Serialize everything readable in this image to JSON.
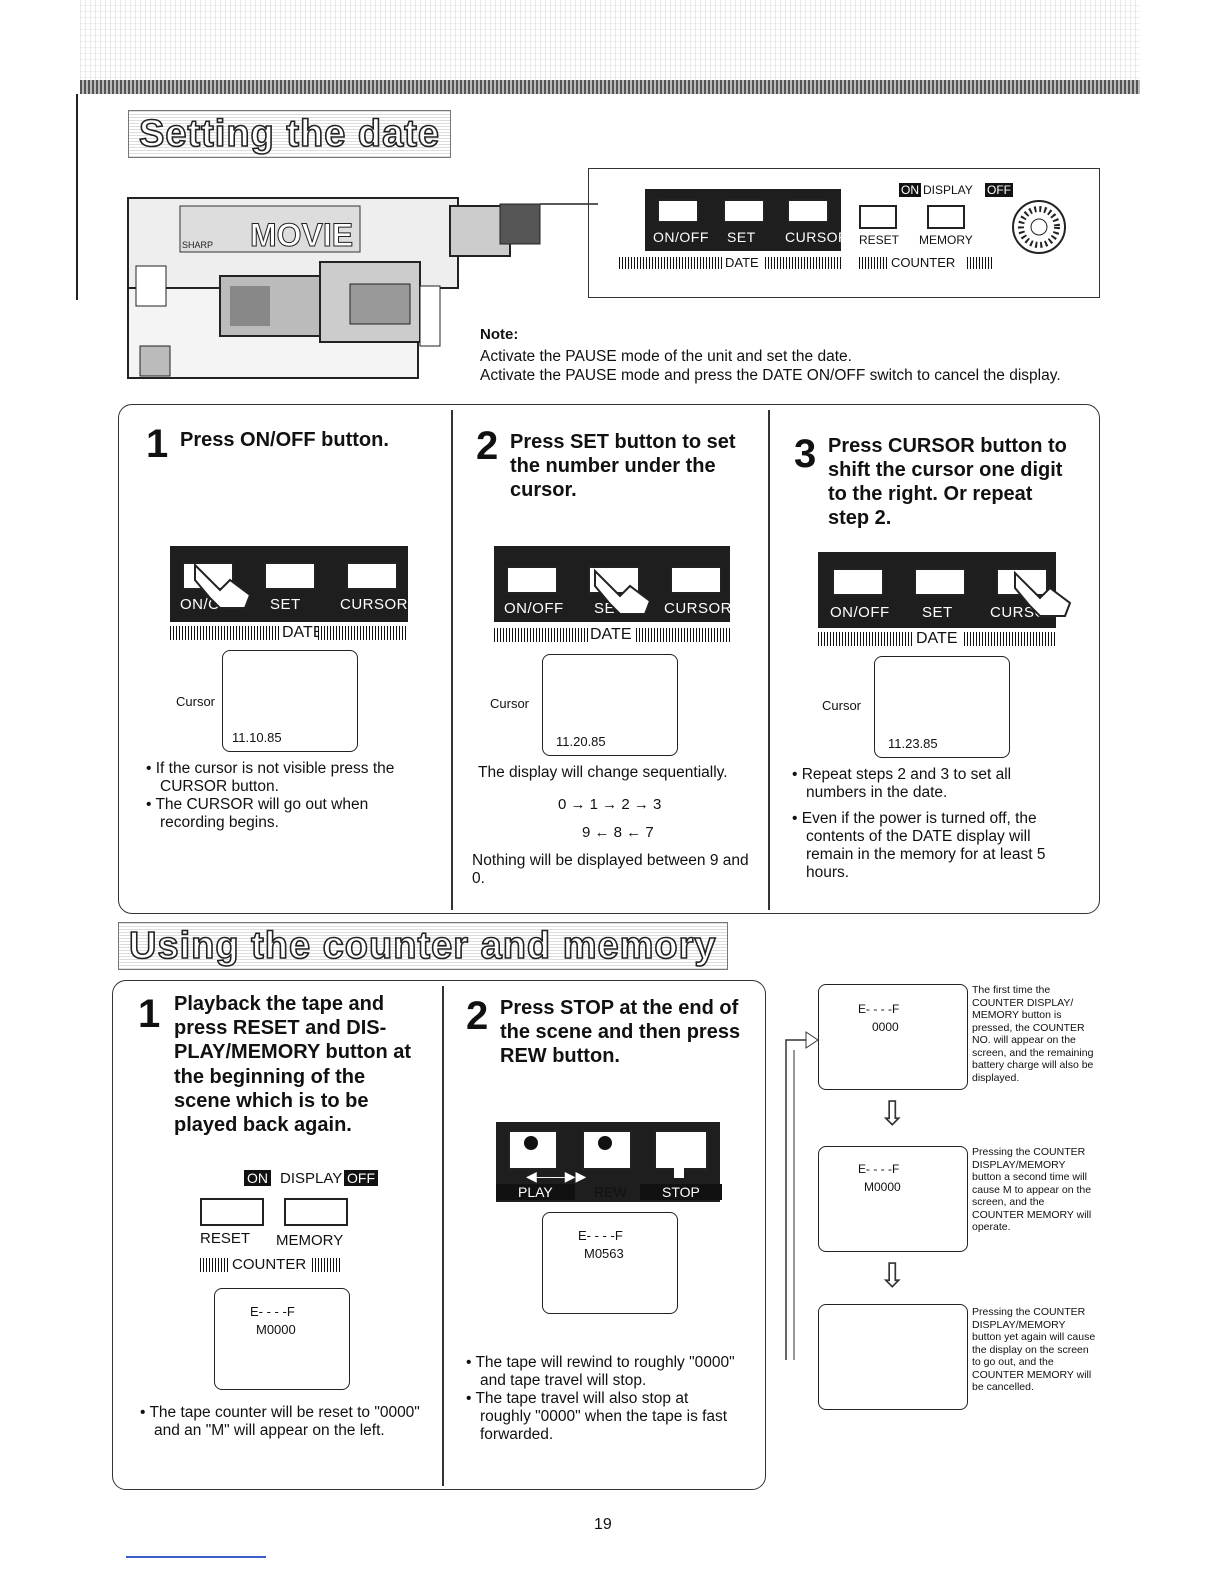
{
  "header": {
    "title_date": "Setting the date",
    "title_counter": "Using the counter and memory"
  },
  "control_panel": {
    "on_off": "ON/OFF",
    "set": "SET",
    "cursor": "CURSOR",
    "date": "DATE",
    "on": "ON",
    "display": "DISPLAY",
    "off": "OFF",
    "reset": "RESET",
    "memory": "MEMORY",
    "counter": "COUNTER"
  },
  "camera": {
    "brand": "SHARP",
    "model": "MOVIE"
  },
  "note": {
    "label": "Note:",
    "line1": "Activate the PAUSE mode of the unit and set the date.",
    "line2": "Activate the PAUSE mode and press the DATE ON/OFF switch to cancel the display."
  },
  "date_steps": [
    {
      "number": "1",
      "title": "Press ON/OFF button.",
      "cursor_label": "Cursor",
      "display": "11.10.85",
      "bullets": [
        "If the cursor is not visible press the CURSOR button.",
        "The CURSOR will go out when recording begins."
      ]
    },
    {
      "number": "2",
      "title": "Press SET button to set the number under the cursor.",
      "cursor_label": "Cursor",
      "display": "11.20.85",
      "text1": "The display will change sequentially.",
      "seq_top": "0 → 1 → 2 → 3",
      "seq_bottom": "9 ← 8 ← 7",
      "text2": "Nothing will be displayed between 9 and 0."
    },
    {
      "number": "3",
      "title": "Press CURSOR button to shift the cursor one digit to the right. Or repeat step 2.",
      "cursor_label": "Cursor",
      "display": "11.23.85",
      "bullets": [
        "Repeat steps 2 and 3 to set all numbers in the date.",
        "Even if the power is turned off, the contents of the DATE display will remain in the memory for at least 5 hours."
      ]
    }
  ],
  "counter_steps": [
    {
      "number": "1",
      "title": "Playback the tape and press RESET and DIS-PLAY/MEMORY button at the beginning of the scene which is to be played back again.",
      "screen_line1": "E- - - -F",
      "screen_line2": "M0000",
      "bullet": "The tape counter will be reset to \"0000\" and an \"M\" will appear on the left."
    },
    {
      "number": "2",
      "title": "Press STOP at the end of the scene and then press REW button.",
      "play": "PLAY",
      "rew": "REW",
      "stop": "STOP",
      "screen_line1": "E- - - -F",
      "screen_line2": "M0563",
      "bullets": [
        "The tape will rewind to roughly \"0000\" and tape travel will stop.",
        "The tape travel will also stop at roughly \"0000\" when the tape is fast forwarded."
      ]
    }
  ],
  "flow": [
    {
      "screen_line1": "E- - - -F",
      "screen_line2": "0000",
      "text": "The first time the COUNTER DISPLAY/ MEMORY button is pressed, the COUNTER NO. will appear on the screen, and the remaining battery charge will also be displayed."
    },
    {
      "screen_line1": "E- - - -F",
      "screen_line2": "M0000",
      "text": "Pressing the COUNTER DISPLAY/MEMORY button a second time will cause M to appear on the screen, and the COUNTER MEMORY will operate."
    },
    {
      "screen_line1": "",
      "screen_line2": "",
      "text": "Pressing the COUNTER DISPLAY/MEMORY button yet again will cause the display on the screen to go out, and the COUNTER MEMORY will be cancelled."
    }
  ],
  "page_number": "19"
}
